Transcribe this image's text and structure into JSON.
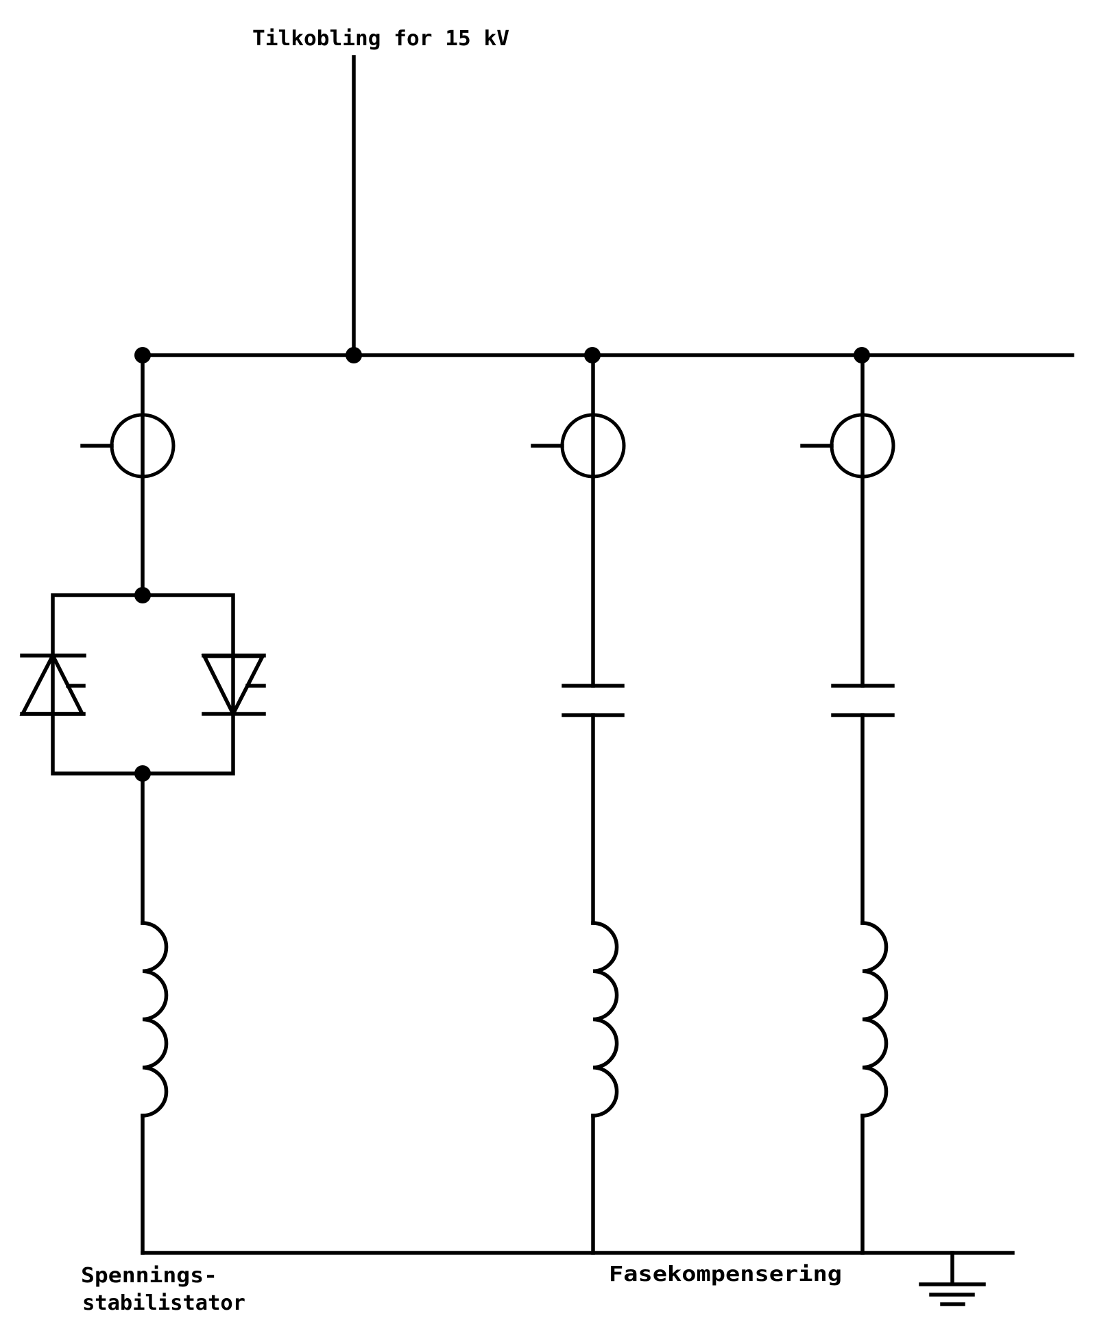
{
  "diagram": {
    "background_color": "#ffffff",
    "line_color": "#000000",
    "feeder_label": "Tilkobling for 15 kV",
    "labels": {
      "voltage_stabilizer_line1": "Spennings-",
      "voltage_stabilizer_line2": "stabilistator",
      "phase_compensation": "Fasekompensering"
    },
    "components": {
      "feeder": "15 kV supply feeder",
      "busbar_junction_dots": 6,
      "branches": [
        {
          "id": "voltage-stabilizer",
          "symbols": [
            "switch-circle",
            "antiparallel-thyristor-pair",
            "inductor"
          ]
        },
        {
          "id": "phase-compensation-1",
          "symbols": [
            "switch-circle",
            "capacitor",
            "inductor"
          ]
        },
        {
          "id": "phase-compensation-2",
          "symbols": [
            "switch-circle",
            "capacitor",
            "inductor"
          ]
        }
      ],
      "earth": "ground-symbol"
    }
  }
}
